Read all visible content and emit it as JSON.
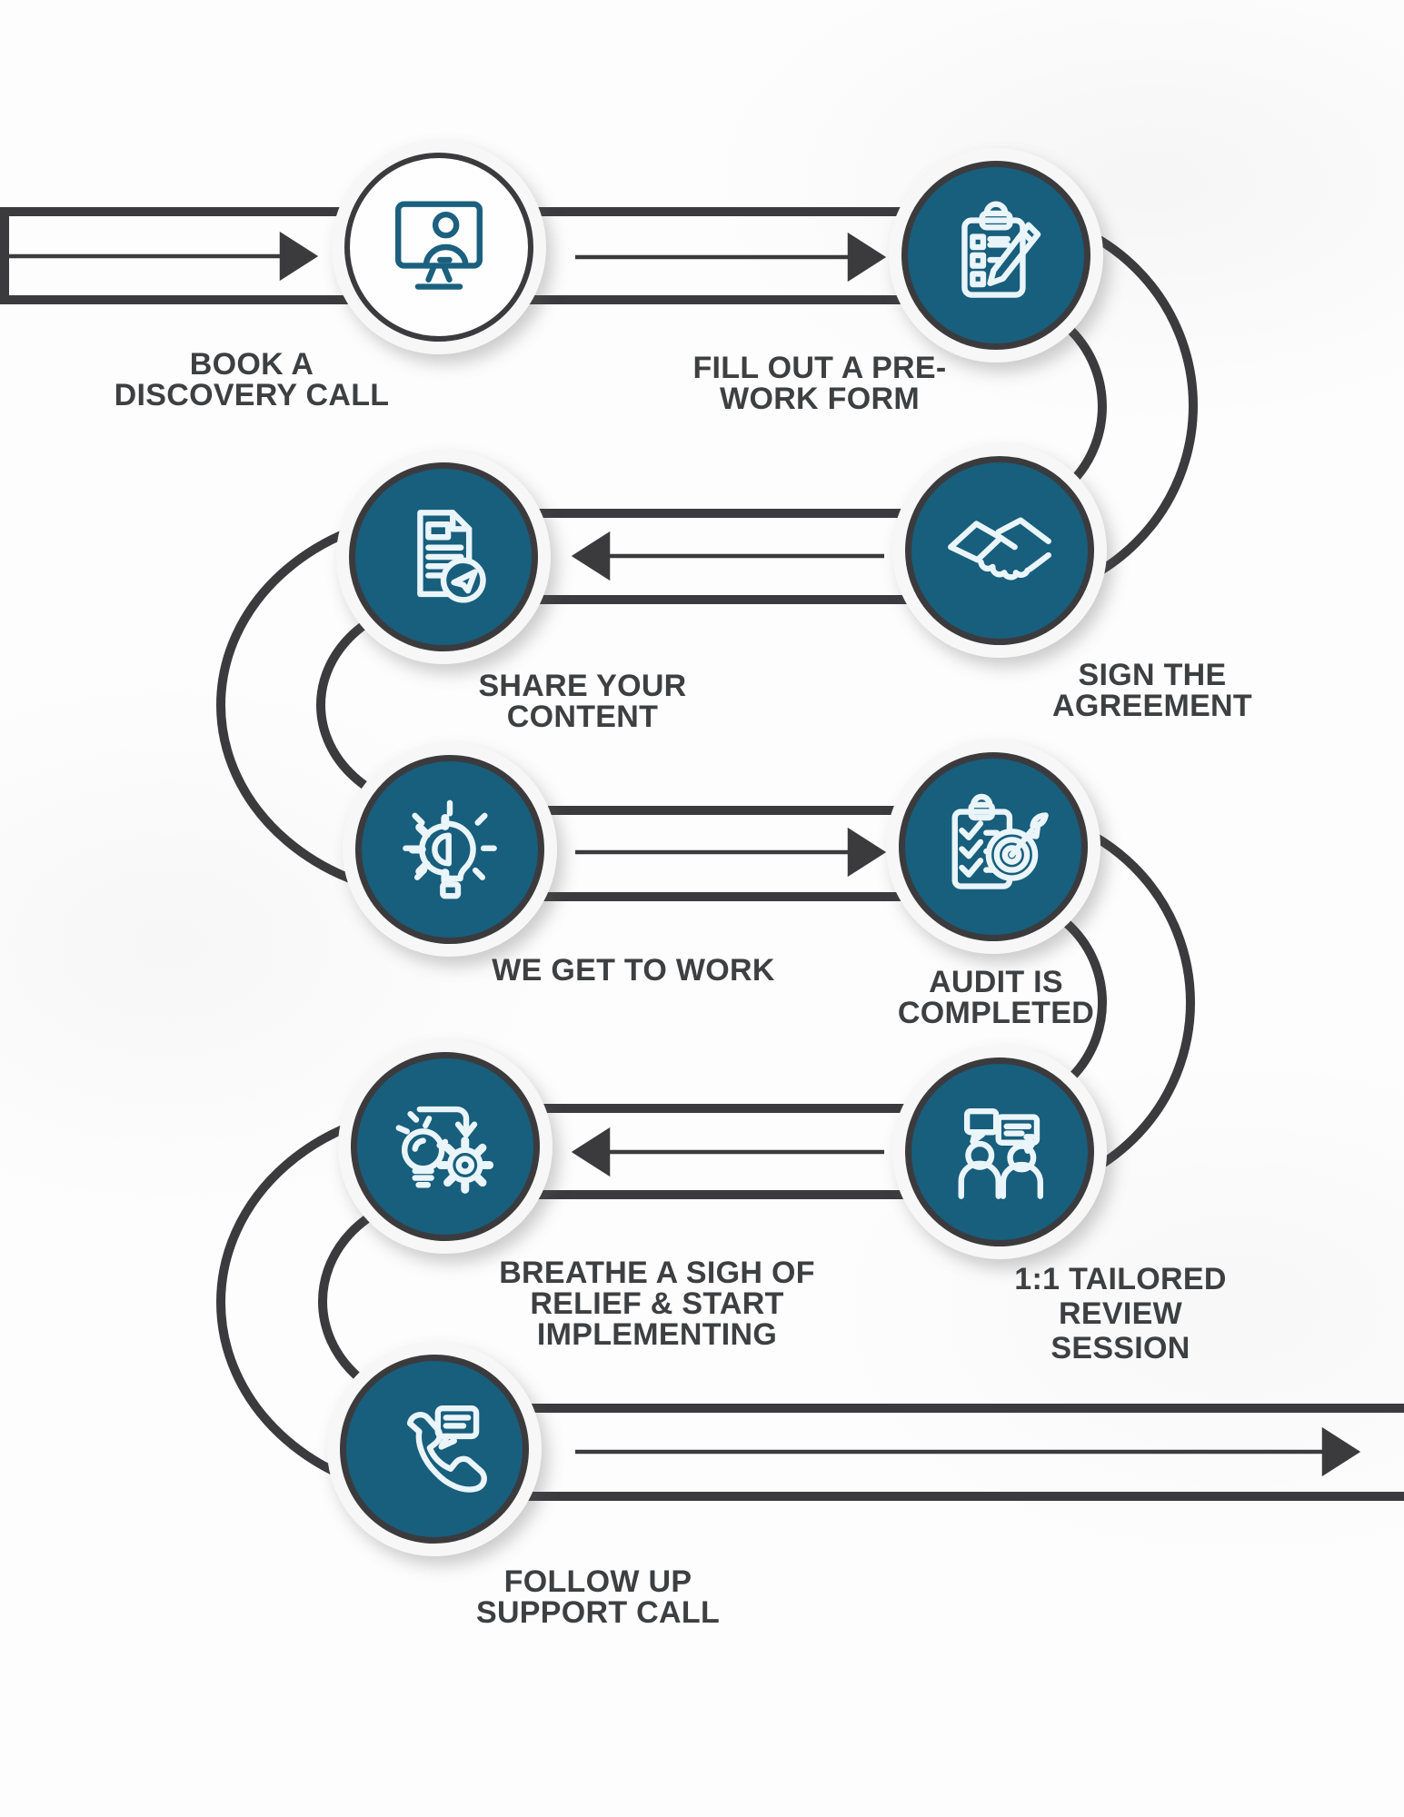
{
  "diagram": {
    "type": "process-flow-infographic",
    "steps": [
      {
        "order": 1,
        "label": "BOOK A\nDISCOVERY CALL",
        "icon": "video-call-icon",
        "style": "outline"
      },
      {
        "order": 2,
        "label": "FILL OUT A PRE-\nWORK FORM",
        "icon": "clipboard-pencil-icon",
        "style": "filled"
      },
      {
        "order": 3,
        "label": "SIGN THE\nAGREEMENT",
        "icon": "handshake-icon",
        "style": "filled"
      },
      {
        "order": 4,
        "label": "SHARE YOUR\nCONTENT",
        "icon": "document-send-icon",
        "style": "filled"
      },
      {
        "order": 5,
        "label": "WE GET TO WORK",
        "icon": "gear-lightbulb-icon",
        "style": "filled"
      },
      {
        "order": 6,
        "label": "AUDIT IS\nCOMPLETED",
        "icon": "checklist-target-icon",
        "style": "filled"
      },
      {
        "order": 7,
        "label": "1:1 TAILORED\nREVIEW\nSESSION",
        "icon": "people-conversation-icon",
        "style": "filled"
      },
      {
        "order": 8,
        "label": "BREATHE A SIGH OF\nRELIEF & START\nIMPLEMENTING",
        "icon": "lightbulb-gear-arrow-icon",
        "style": "filled"
      },
      {
        "order": 9,
        "label": "FOLLOW UP\nSUPPORT CALL",
        "icon": "phone-message-icon",
        "style": "filled"
      }
    ],
    "colors": {
      "accent_teal": "#185E7D",
      "line_dark": "#3B3B3D",
      "label_text": "#3E3F41",
      "icon_stroke": "#EAF5FA",
      "background": "#FDFDFD"
    }
  }
}
